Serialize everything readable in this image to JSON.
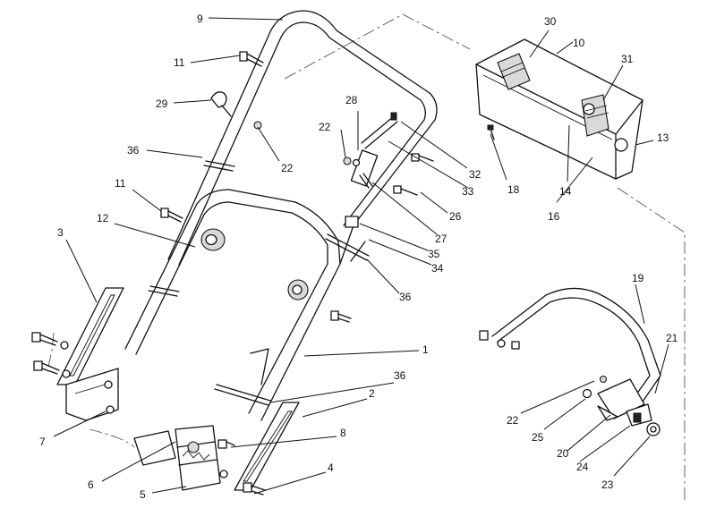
{
  "callouts": [
    {
      "id": "c1",
      "text": "1"
    },
    {
      "id": "c2",
      "text": "2"
    },
    {
      "id": "c3",
      "text": "3"
    },
    {
      "id": "c4",
      "text": "4"
    },
    {
      "id": "c5",
      "text": "5"
    },
    {
      "id": "c6",
      "text": "6"
    },
    {
      "id": "c7",
      "text": "7"
    },
    {
      "id": "c8",
      "text": "8"
    },
    {
      "id": "c9",
      "text": "9"
    },
    {
      "id": "c10",
      "text": "10"
    },
    {
      "id": "c11a",
      "text": "11"
    },
    {
      "id": "c11b",
      "text": "11"
    },
    {
      "id": "c12",
      "text": "12"
    },
    {
      "id": "c13",
      "text": "13"
    },
    {
      "id": "c14",
      "text": "14"
    },
    {
      "id": "c16",
      "text": "16"
    },
    {
      "id": "c18",
      "text": "18"
    },
    {
      "id": "c19",
      "text": "19"
    },
    {
      "id": "c20",
      "text": "20"
    },
    {
      "id": "c21",
      "text": "21"
    },
    {
      "id": "c22a",
      "text": "22"
    },
    {
      "id": "c22b",
      "text": "22"
    },
    {
      "id": "c22c",
      "text": "22"
    },
    {
      "id": "c23",
      "text": "23"
    },
    {
      "id": "c24",
      "text": "24"
    },
    {
      "id": "c25",
      "text": "25"
    },
    {
      "id": "c26",
      "text": "26"
    },
    {
      "id": "c27",
      "text": "27"
    },
    {
      "id": "c28",
      "text": "28"
    },
    {
      "id": "c29",
      "text": "29"
    },
    {
      "id": "c30",
      "text": "30"
    },
    {
      "id": "c31",
      "text": "31"
    },
    {
      "id": "c32",
      "text": "32"
    },
    {
      "id": "c33",
      "text": "33"
    },
    {
      "id": "c34",
      "text": "34"
    },
    {
      "id": "c35",
      "text": "35"
    },
    {
      "id": "c36a",
      "text": "36"
    },
    {
      "id": "c36b",
      "text": "36"
    },
    {
      "id": "c36c",
      "text": "36"
    }
  ],
  "colors": {
    "ink": "#111111",
    "paper": "#ffffff",
    "phantom": "#555555"
  }
}
